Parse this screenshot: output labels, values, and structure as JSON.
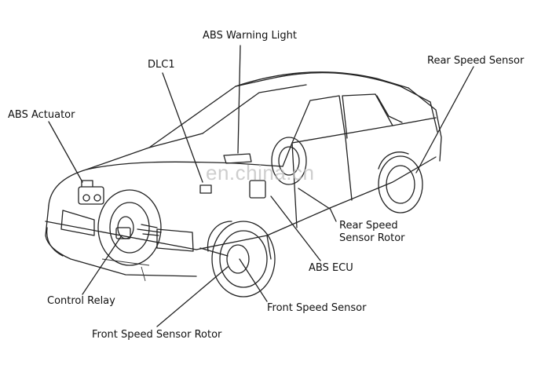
{
  "labels": {
    "abs_warning_light": "ABS Warning Light",
    "dlc1": "DLC1",
    "rear_speed_sensor": "Rear Speed Sensor",
    "abs_actuator": "ABS Actuator",
    "rear_speed_sensor_rotor": "Rear Speed\nSensor Rotor",
    "abs_ecu": "ABS ECU",
    "control_relay": "Control Relay",
    "front_speed_sensor": "Front Speed Sensor",
    "front_speed_sensor_rotor": "Front Speed Sensor Rotor"
  },
  "watermark": "en.china.cn",
  "colors": {
    "line": "#222222",
    "text": "#111111",
    "background": "#ffffff"
  }
}
